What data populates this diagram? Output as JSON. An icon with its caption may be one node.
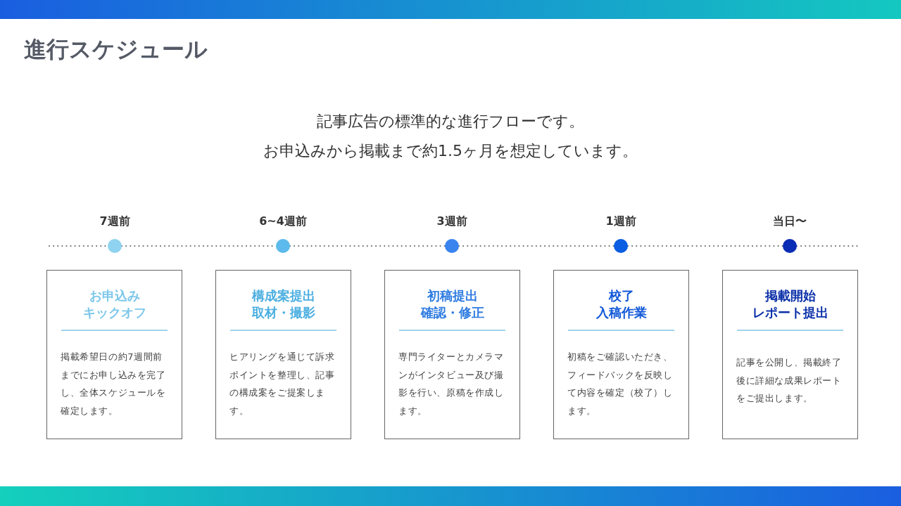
{
  "diagram": {
    "title": "進行スケジュール",
    "nodes": [
      {
        "text": [],
        "shape": "circle",
        "beside": [
          "7週前"
        ]
      },
      {
        "text": [],
        "shape": "circle",
        "beside": [
          "6~4週前"
        ]
      },
      {
        "text": [],
        "shape": "circle",
        "beside": [
          "3週前"
        ]
      },
      {
        "text": [],
        "shape": "circle",
        "beside": [
          "1週前"
        ]
      },
      {
        "text": [],
        "shape": "circle",
        "beside": [
          "当日〜"
        ]
      },
      {
        "text": [
          "お申込みキックオフ",
          "掲載希望日の約7週間前までにお申し込みを完了し、全体スケジュールを確定します。"
        ]
      },
      {
        "text": [
          "構成案提出取材・撮影",
          "ヒアリングを通じて訴求ポイントを整理し、記事の構成案をご提案します。"
        ]
      },
      {
        "text": [
          "初稿提出確認・修正",
          "専門ライターとカメラマンがインタビュー及び撮影を行い、原稿を作成します。"
        ]
      },
      {
        "text": [
          "校了入稿作業",
          "初稿をご確認いただき、フィードバックを反映して内容を確定（校了）します。"
        ]
      },
      {
        "text": [
          "掲載開始レポート提出",
          "記事を公開し、掲載終了後に詳細な成果レポートをご提出します。"
        ]
      }
    ],
    "edges": [
      {
        "from": null,
        "to": 0,
        "arrow": "none",
        "style": "dashed"
      },
      {
        "from": 0,
        "to": 1,
        "arrow": "none",
        "style": "dashed"
      },
      {
        "from": 1,
        "to": 2,
        "arrow": "none",
        "style": "dashed"
      },
      {
        "from": 2,
        "to": 3,
        "arrow": "none",
        "style": "dashed"
      },
      {
        "from": 3,
        "to": 4,
        "arrow": "none",
        "style": "dashed"
      },
      {
        "from": 4,
        "to": null,
        "arrow": "none",
        "style": "dashed"
      }
    ],
    "labels": [
      "記事広告の標準的な進行フローです。",
      "お申込みから掲載まで約1.5ヶ月を想定しています。"
    ]
  }
}
